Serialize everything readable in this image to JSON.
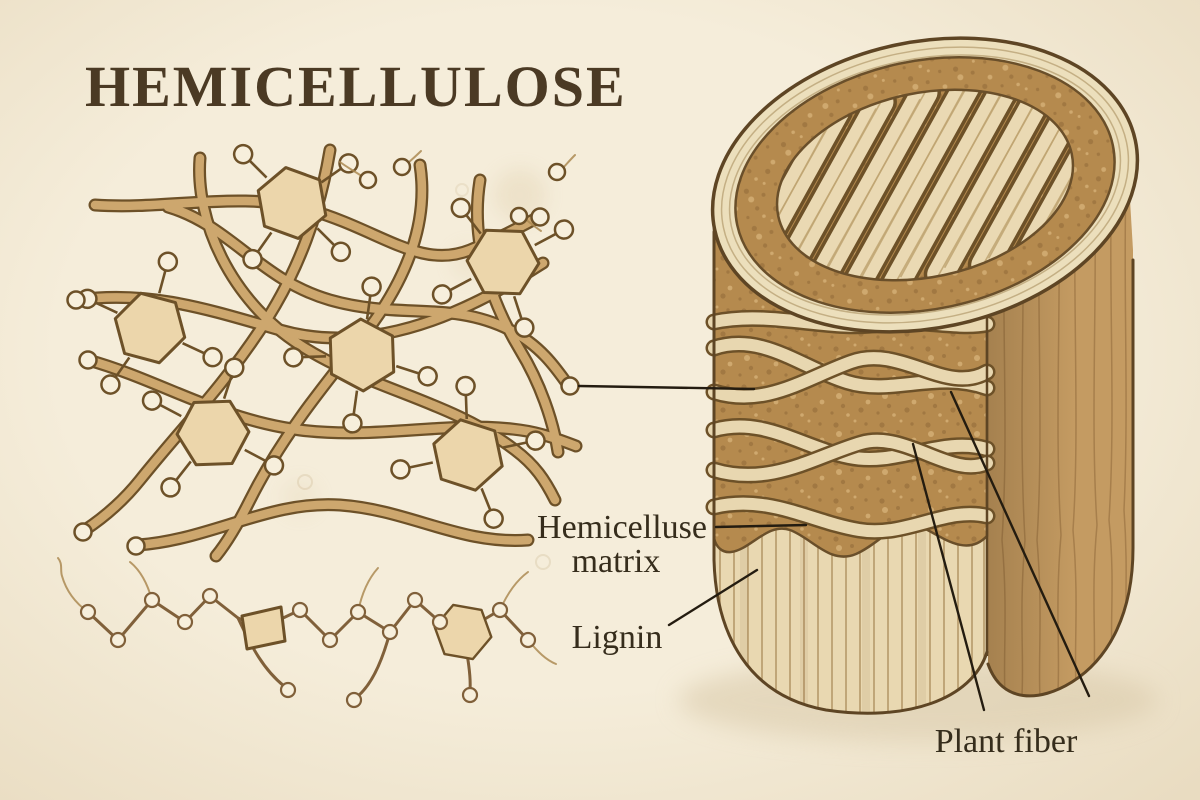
{
  "title": "HEMICELLULOSE",
  "labels": {
    "hemicellulose_matrix_line1": "Hemicelluse",
    "hemicellulose_matrix_line2": "matrix",
    "lignin": "Lignin",
    "plant_fiber": "Plant fiber"
  },
  "illustration_parts": {
    "left_top": "hemicellulose polymer network with sugar rings and side-chain nodes",
    "left_bottom": "branched hemicellulose chemical chain",
    "right": "cutaway plant fiber bundle cylinder with matrix, woven strands, vertical fibers and wood surface"
  },
  "colors": {
    "background": "#f5edda",
    "vignette": "#e9dcc1",
    "title_ink": "#4b3a24",
    "label_ink": "#362d1c",
    "leader_line": "#241c10",
    "strand_outline": "#6d5128",
    "strand_fill": "#cda76e",
    "band_strand_fill": "#e8d7b0",
    "ring_fill": "#ecd6ab",
    "node_fill": "#f7efdc",
    "chain_ink": "#80603a",
    "chain_tail": "#ab8a52",
    "matrix_base": "#b58a4e",
    "matrix_speck_dark": "#8f6a38",
    "matrix_speck_light": "#d6b077",
    "fiber_light": "#e9d8b1",
    "fiber_line": "#9b7946",
    "wood_fill": "#c49b62",
    "wood_grain": "#8a6436",
    "rim_fill": "#ecdfbc",
    "rim_grain": "#bda77a",
    "rod_fill": "#ead9b3",
    "rod_grain": "#bfa471",
    "outline_ink": "#5e4524",
    "shadow": "#d9c9a9"
  }
}
